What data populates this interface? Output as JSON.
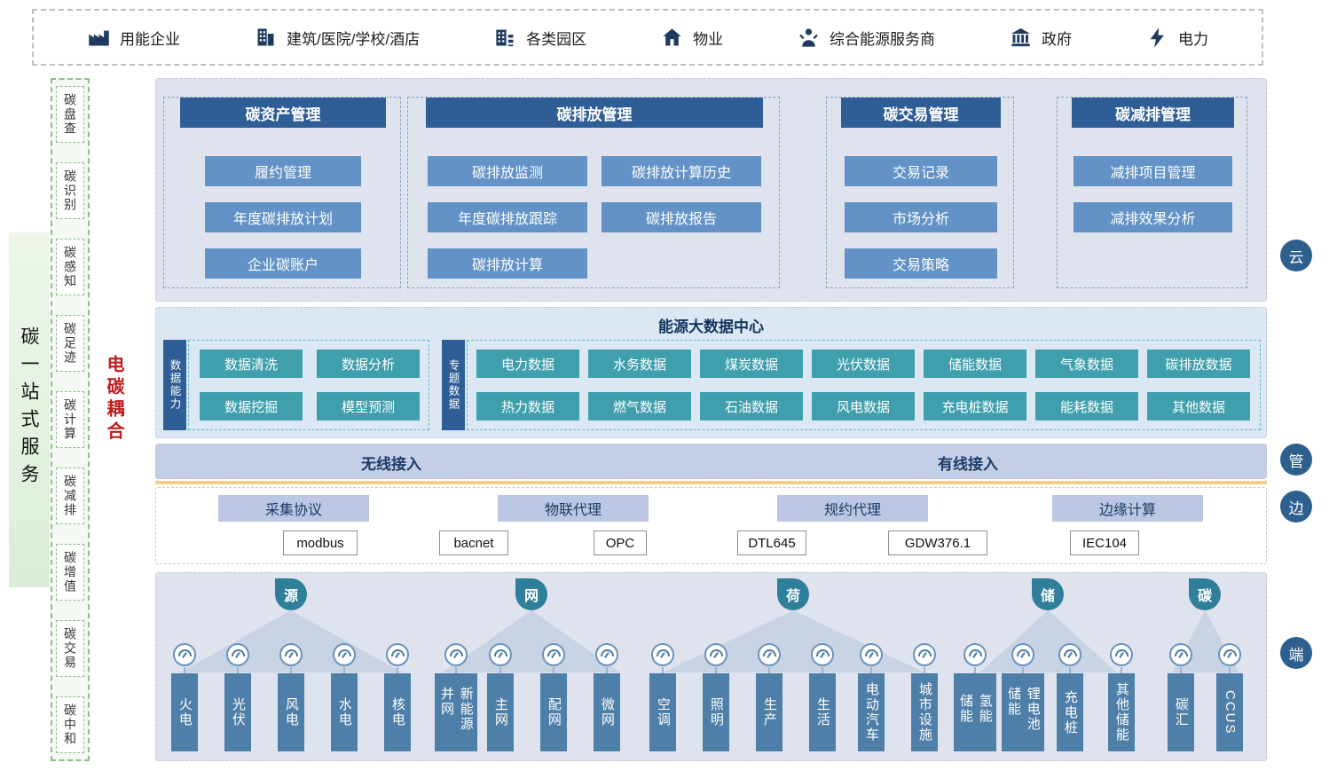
{
  "top_bar": {
    "items": [
      {
        "label": "用能企业",
        "icon": "factory-icon"
      },
      {
        "label": "建筑/医院/学校/酒店",
        "icon": "building-icon"
      },
      {
        "label": "各类园区",
        "icon": "campus-icon"
      },
      {
        "label": "物业",
        "icon": "house-icon"
      },
      {
        "label": "综合能源服务商",
        "icon": "service-person-icon"
      },
      {
        "label": "政府",
        "icon": "government-icon"
      },
      {
        "label": "电力",
        "icon": "lightning-icon"
      }
    ]
  },
  "left_panel": {
    "title": "碳一站式服务",
    "items": [
      "碳盘查",
      "碳识别",
      "碳感知",
      "碳足迹",
      "碳计算",
      "碳减排",
      "碳增值",
      "碳交易",
      "碳中和"
    ]
  },
  "coupling": {
    "label": "电碳耦合"
  },
  "layer_badges": {
    "cloud": "云",
    "pipe": "管",
    "edge": "边",
    "device": "端"
  },
  "cloud": {
    "modules": [
      {
        "title": "碳资产管理",
        "items": [
          "履约管理",
          "年度碳排放计划",
          "企业碳账户"
        ]
      },
      {
        "title": "碳排放管理",
        "items": [
          "碳排放监测",
          "碳排放计算历史",
          "年度碳排放跟踪",
          "碳排放报告",
          "碳排放计算"
        ]
      },
      {
        "title": "碳交易管理",
        "items": [
          "交易记录",
          "市场分析",
          "交易策略"
        ]
      },
      {
        "title": "碳减排管理",
        "items": [
          "减排项目管理",
          "减排效果分析"
        ]
      }
    ]
  },
  "data_center": {
    "title": "能源大数据中心",
    "capability": {
      "tab": "数据能力",
      "items": [
        "数据清洗",
        "数据分析",
        "数据挖掘",
        "模型预测"
      ]
    },
    "topics": {
      "tab": "专题数据",
      "row1": [
        "电力数据",
        "水务数据",
        "煤炭数据",
        "光伏数据",
        "储能数据",
        "气象数据",
        "碳排放数据"
      ],
      "row2": [
        "热力数据",
        "燃气数据",
        "石油数据",
        "风电数据",
        "充电桩数据",
        "能耗数据",
        "其他数据"
      ]
    }
  },
  "access": {
    "wireless": "无线接入",
    "wired": "有线接入"
  },
  "edge": {
    "labels": [
      "采集协议",
      "物联代理",
      "规约代理",
      "边缘计算"
    ],
    "protocols": [
      "modbus",
      "bacnet",
      "OPC",
      "DTL645",
      "GDW376.1",
      "IEC104"
    ]
  },
  "device": {
    "groups": [
      {
        "name": "源",
        "bars": [
          "火电",
          "光伏",
          "风电",
          "水电",
          "核电"
        ]
      },
      {
        "name": "网",
        "bars": [
          "新能源并网",
          "主网",
          "配网",
          "微网"
        ]
      },
      {
        "name": "荷",
        "bars": [
          "空调",
          "照明",
          "生产",
          "生活",
          "电动汽车",
          "城市设施"
        ]
      },
      {
        "name": "储",
        "bars": [
          "氢能储能",
          "锂电池储能",
          "充电桩",
          "其他储能"
        ]
      },
      {
        "name": "碳",
        "bars": [
          "碳汇",
          "CCUS"
        ]
      }
    ]
  },
  "colors": {
    "header_blue": "#2e5e95",
    "item_blue": "#6292c6",
    "teal": "#3f9fad",
    "bar_blue": "#4e7fa8",
    "drop_teal": "#2f7e9a",
    "badge_blue": "#2d5f8f",
    "accent_red": "#bf1d1d",
    "accent_yellow": "#f2d08a",
    "green_border": "#8fbe8a"
  }
}
